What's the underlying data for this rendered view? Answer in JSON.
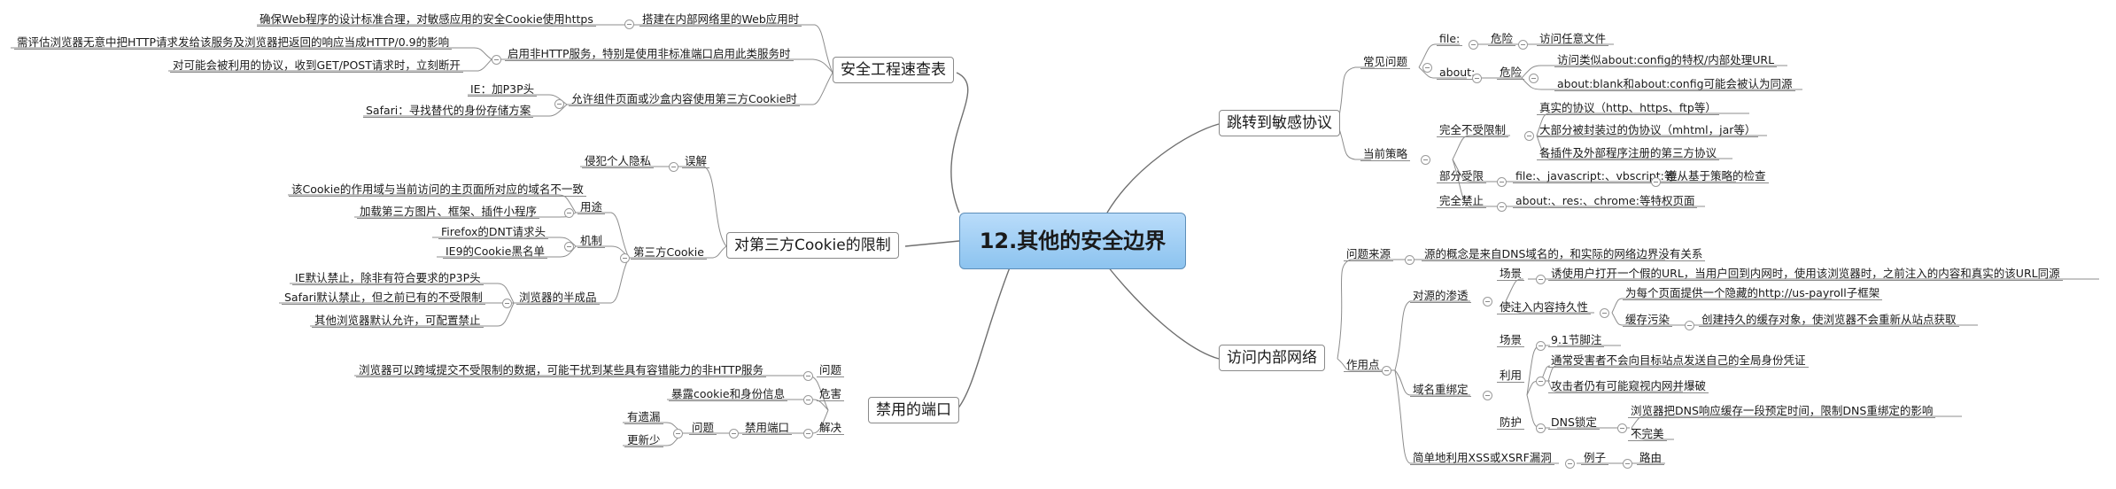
{
  "root": "12.其他的安全边界",
  "topics": {
    "sec": "安全工程速查表",
    "cookie": "对第三方Cookie的限制",
    "port": "禁用的端口",
    "jump": "跳转到敏感协议",
    "intranet": "访问内部网络"
  },
  "sec": {
    "cookie_http": "搭建在内部网络里的Web应用时",
    "web_design": "确保Web程序的设计标准合理，对敏感应用的安全Cookie使用https",
    "nonhttp": "启用非HTTP服务，特别是使用非标准端口启用此类服务时",
    "http09": "需评估浏览器无意中把HTTP请求发给该服务及浏览器把返回的响应当成HTTP/0.9的影响",
    "getpost": "对可能会被利用的协议，收到GET/POST请求时，立刻断开",
    "thirdparty": "允许组件页面或沙盒内容使用第三方Cookie时",
    "ie_p3p": "IE：加P3P头",
    "safari": "Safari：寻找替代的身份存储方案"
  },
  "cookie": {
    "misunderstand": "误解",
    "privacy": "侵犯个人隐私",
    "third": "第三方Cookie",
    "usage": "用途",
    "usage_domain": "该Cookie的作用域与当前访问的主页面所对应的域名不一致",
    "usage_load": "加载第三方图片、框架、插件小程序",
    "mechanism": "机制",
    "mech_ff": "Firefox的DNT请求头",
    "mech_ie9": "IE9的Cookie黑名单",
    "half": "浏览器的半成品",
    "half_ie": "IE默认禁止，除非有符合要求的P3P头",
    "half_safari": "Safari默认禁止，但之前已有的不受限制",
    "half_other": "其他浏览器默认允许，可配置禁止"
  },
  "port": {
    "problem": "问题",
    "problem_text": "浏览器可以跨域提交不受限制的数据，可能干扰到某些具有容错能力的非HTTP服务",
    "harm": "危害",
    "harm_text": "暴露cookie和身份信息",
    "solution": "解决",
    "banned": "禁用端口",
    "issue": "问题",
    "leak": "有遗漏",
    "few": "更新少"
  },
  "jump": {
    "common": "常见问题",
    "file": "file:",
    "file_danger": "危险",
    "file_text": "访问任意文件",
    "about": "about:",
    "about_danger": "危险",
    "about_t1": "访问类似about:config的特权/内部处理URL",
    "about_t2": "about:blank和about:config可能会被认为同源",
    "policy": "当前策略",
    "unlimited": "完全不受限制",
    "unl_1": "真实的协议（http、https、ftp等）",
    "unl_2": "大部分被封装过的伪协议（mhtml，jar等）",
    "unl_3": "各插件及外部程序注册的第三方协议",
    "partial": "部分受限",
    "partial_mid": "file:、javascript:、vbscript:等",
    "partial_text": "遵从基于策略的检查",
    "banned": "完全禁止",
    "banned_text": "about:、res:、chrome:等特权页面"
  },
  "intranet": {
    "source": "问题来源",
    "source_text": "源的概念是来自DNS域名的，和实际的网络边界没有关系",
    "effect": "作用点",
    "infil": "对源的渗透",
    "scene": "场景",
    "scene_text": "诱使用户打开一个假的URL，当用户回到内网时，使用该浏览器时，之前注入的内容和真实的该URL同源",
    "persist": "使注入内容持久性",
    "persist_1": "为每个页面提供一个隐藏的http://us-payroll子框架",
    "cache_poison": "缓存污染",
    "cache_text": "创建持久的缓存对象，使浏览器不会重新从站点获取",
    "rebind": "域名重绑定",
    "rb_scene": "场景",
    "rb_scene_text": "9.1节脚注",
    "use": "利用",
    "use_1": "通常受害者不会向目标站点发送自己的全局身份凭证",
    "use_2": "攻击者仍有可能窥视内网并爆破",
    "defend": "防护",
    "dns_lock": "DNS锁定",
    "dns_1": "浏览器把DNS响应缓存一段预定时间，限制DNS重绑定的影响",
    "dns_2": "不完美",
    "xss": "简单地利用XSS或XSRF漏洞",
    "example": "例子",
    "route": "路由"
  }
}
